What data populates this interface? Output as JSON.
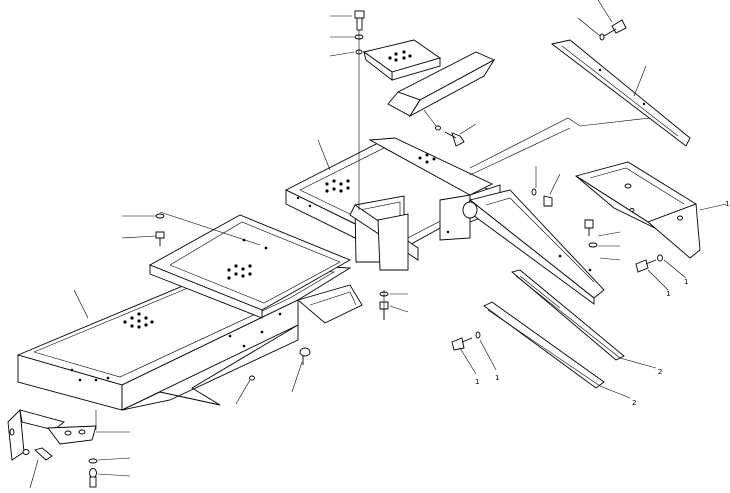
{
  "callouts": [
    {
      "id": "c-top-right-end",
      "text": "1"
    },
    {
      "id": "c-right-cover-1",
      "text": "1"
    },
    {
      "id": "c-right-cover-2",
      "text": "1"
    },
    {
      "id": "c-bottom-bolt-1",
      "text": "1"
    },
    {
      "id": "c-bottom-bolt-2",
      "text": "1"
    },
    {
      "id": "c-strip-1",
      "text": "2"
    },
    {
      "id": "c-strip-2",
      "text": "2"
    }
  ],
  "colors": {
    "ink": "#000000",
    "paper": "#ffffff"
  }
}
